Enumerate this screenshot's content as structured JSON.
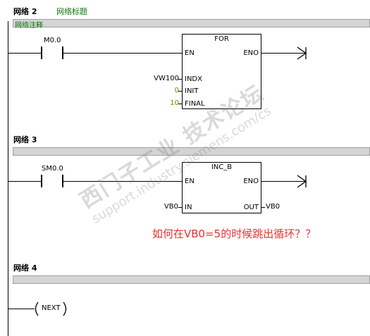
{
  "network2": {
    "title": "网络 2",
    "name": "网络标题",
    "comment": "网络注释",
    "contact_label": "M0.0",
    "block_title": "FOR",
    "pin_en": "EN",
    "pin_eno": "ENO",
    "pin_indx": "INDX",
    "pin_init": "INIT",
    "pin_final": "FINAL",
    "indx_value": "VW100",
    "init_value": "0",
    "final_value": "10"
  },
  "network3": {
    "title": "网络 3",
    "contact_label": "SM0.0",
    "block_title": "INC_B",
    "pin_en": "EN",
    "pin_eno": "ENO",
    "pin_in": "IN",
    "pin_out": "OUT",
    "in_value": "VB0",
    "out_value": "VB0"
  },
  "network4": {
    "title": "网络 4",
    "coil_label": "NEXT"
  },
  "annotation": {
    "question": "如何在VB0=5的时候跳出循环？？"
  },
  "watermark": {
    "line1": "西门子工业 技术论坛",
    "line2": "support.industry.siemens.com/cs"
  }
}
